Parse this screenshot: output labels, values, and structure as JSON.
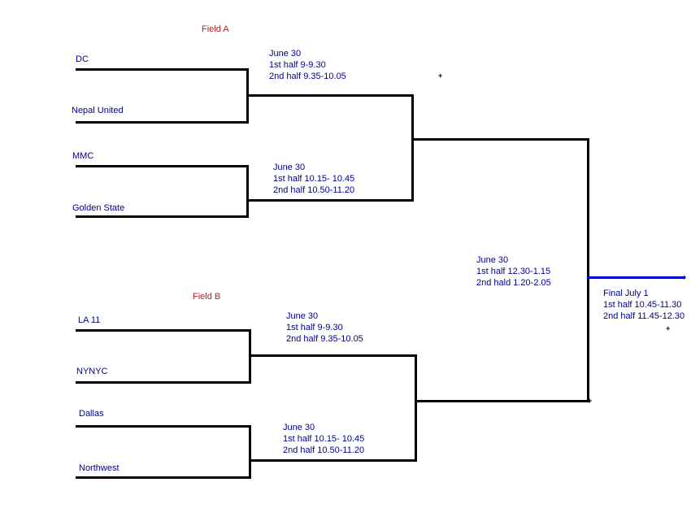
{
  "diagram": {
    "colors": {
      "bracket_line": "#000000",
      "final_line": "#0000cc",
      "team_text": "#00008b",
      "schedule_text": "#00008b",
      "field_label": "#b22222"
    },
    "field_a": {
      "label": "Field A",
      "teams": [
        "DC",
        "Nepal United",
        "MMC",
        "Golden State"
      ],
      "match1": [
        "June 30",
        "1st half 9-9.30",
        "2nd half 9.35-10.05"
      ],
      "match2": [
        "June 30",
        "1st half 10.15- 10.45",
        "2nd half 10.50-11.20"
      ]
    },
    "field_b": {
      "label": "Field B",
      "teams": [
        "LA 11",
        "NYNYC",
        "Dallas",
        "Northwest"
      ],
      "match1": [
        "June 30",
        "1st half 9-9.30",
        "2nd half 9.35-10.05"
      ],
      "match2": [
        "June 30",
        "1st half 10.15- 10.45",
        "2nd half 10.50-11.20"
      ]
    },
    "semifinal": [
      "June 30",
      "1st half 12.30-1.15",
      "2nd hald 1.20-2.05"
    ],
    "final": [
      "Final July 1",
      "1st half 10.45-11.30",
      "2nd half 11.45-12.30"
    ],
    "markers": {
      "plus": "+"
    }
  }
}
